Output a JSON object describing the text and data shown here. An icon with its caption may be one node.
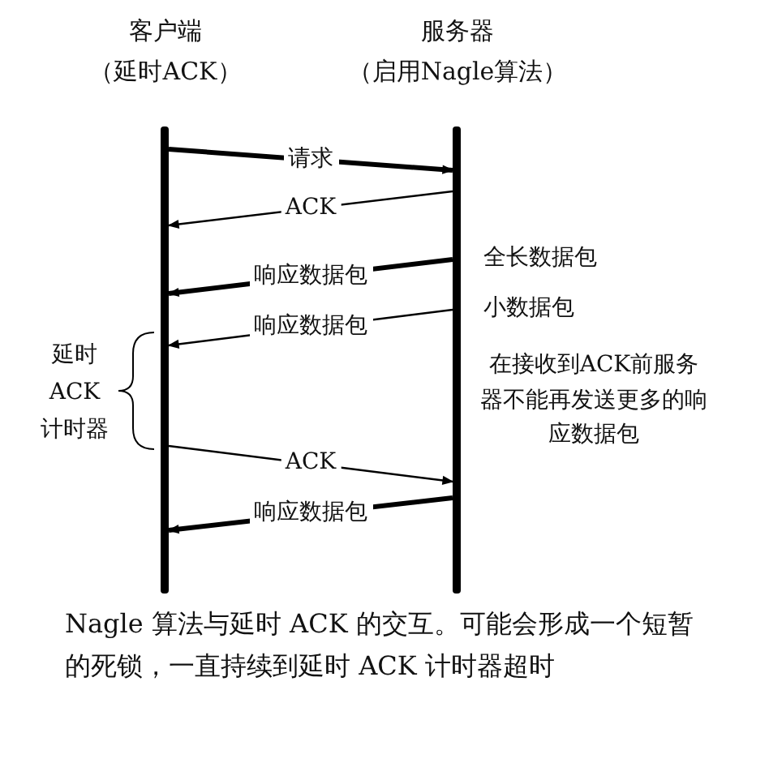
{
  "diagram": {
    "caption": "Nagle 算法与延时 ACK 的交互。可能会形成一个短暂的死锁，一直持续到延时 ACK 计时器超时",
    "nodes": [
      {
        "text": [
          "客户端",
          "（延时ACK）"
        ]
      },
      {
        "text": [
          "服务器",
          "（启用Nagle算法）"
        ]
      }
    ],
    "edges": [
      {
        "from": 0,
        "to": 1,
        "arrow": "to",
        "label": "请求",
        "style": "thick"
      },
      {
        "from": 1,
        "to": 0,
        "arrow": "to",
        "label": "ACK"
      },
      {
        "from": 1,
        "to": 0,
        "arrow": "to",
        "label": "响应数据包",
        "style": "thick"
      },
      {
        "from": 1,
        "to": 0,
        "arrow": "to",
        "label": "响应数据包"
      },
      {
        "from": 0,
        "to": 1,
        "arrow": "to",
        "label": "ACK"
      },
      {
        "from": 1,
        "to": 0,
        "arrow": "to",
        "label": "响应数据包",
        "style": "thick"
      }
    ],
    "labels": [
      "全长数据包",
      "小数据包",
      "延时ACK计时器",
      "在接收到ACK前服务器不能再发送更多的响应数据包"
    ]
  }
}
